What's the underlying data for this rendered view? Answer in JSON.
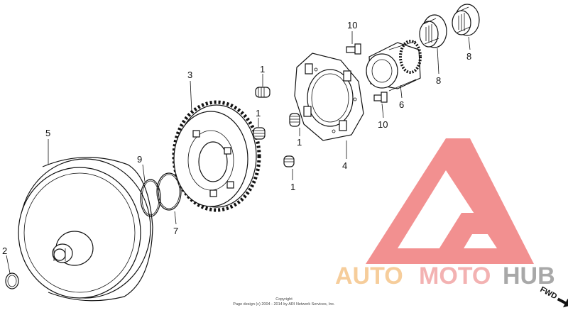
{
  "callouts": {
    "p1a": "1",
    "p1b": "1",
    "p1c": "1",
    "p1d": "1",
    "p2": "2",
    "p3": "3",
    "p4": "4",
    "p5": "5",
    "p6": "6",
    "p7": "7",
    "p8a": "8",
    "p8b": "8",
    "p9": "9",
    "p10a": "10",
    "p10b": "10"
  },
  "copyright": {
    "line1": "Copyright",
    "line2": "Page design (c) 2004 - 2014 by ARI Network Services, Inc."
  },
  "logo": {
    "part1": "AUTO",
    "part2": "MOTO",
    "part3": "HUB",
    "colors": {
      "auto": "#f5c58a",
      "moto": "#f2a5a5",
      "hub": "#9a9a9a",
      "mark": "#f07d7d"
    }
  },
  "fwd_label": "FWD"
}
